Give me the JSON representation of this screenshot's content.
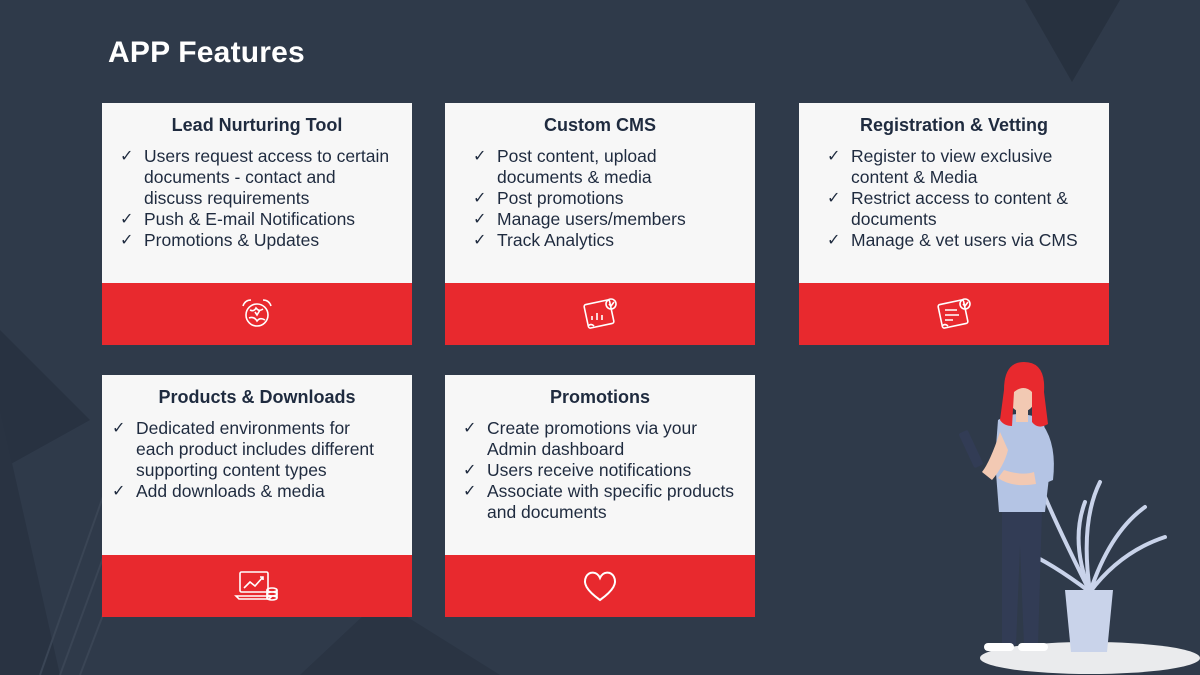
{
  "title": "APP Features",
  "colors": {
    "background": "#2f3a4a",
    "accent": "#e8292e",
    "card": "#f7f7f7",
    "text": "#1f2b3f"
  },
  "cards": [
    {
      "title": "Lead Nurturing Tool",
      "icon": "globe-hands-icon",
      "items": [
        "Users request access to certain documents - contact and discuss requirements",
        "Push & E-mail Notifications",
        "Promotions & Updates"
      ]
    },
    {
      "title": "Custom CMS",
      "icon": "document-analytics-icon",
      "items": [
        "Post content, upload documents & media",
        "Post promotions",
        "Manage users/members",
        "Track Analytics"
      ]
    },
    {
      "title": "Registration & Vetting",
      "icon": "certificate-check-icon",
      "items": [
        "Register to view exclusive content & Media",
        "Restrict access to content & documents",
        "Manage & vet users via CMS"
      ]
    },
    {
      "title": "Products & Downloads",
      "icon": "laptop-chart-icon",
      "items": [
        "Dedicated environments for each product includes different supporting content types",
        "Add downloads & media"
      ]
    },
    {
      "title": "Promotions",
      "icon": "heart-icon",
      "items": [
        "Create promotions via your Admin dashboard",
        "Users receive notifications",
        "Associate with specific products and documents"
      ]
    }
  ]
}
